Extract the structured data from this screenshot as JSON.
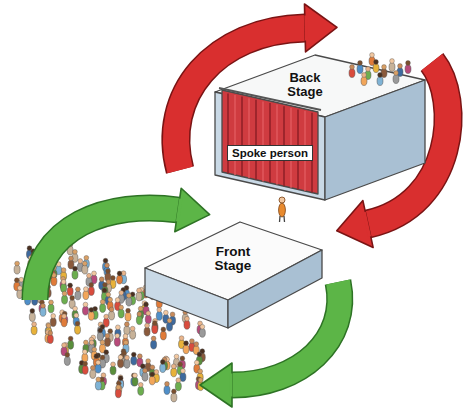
{
  "diagram": {
    "nodes": [
      {
        "text": [
          "Back Stage"
        ]
      },
      {
        "text": [
          "Spoke person"
        ],
        "in": 0
      },
      {
        "text": [
          "Front Stage"
        ]
      }
    ]
  }
}
